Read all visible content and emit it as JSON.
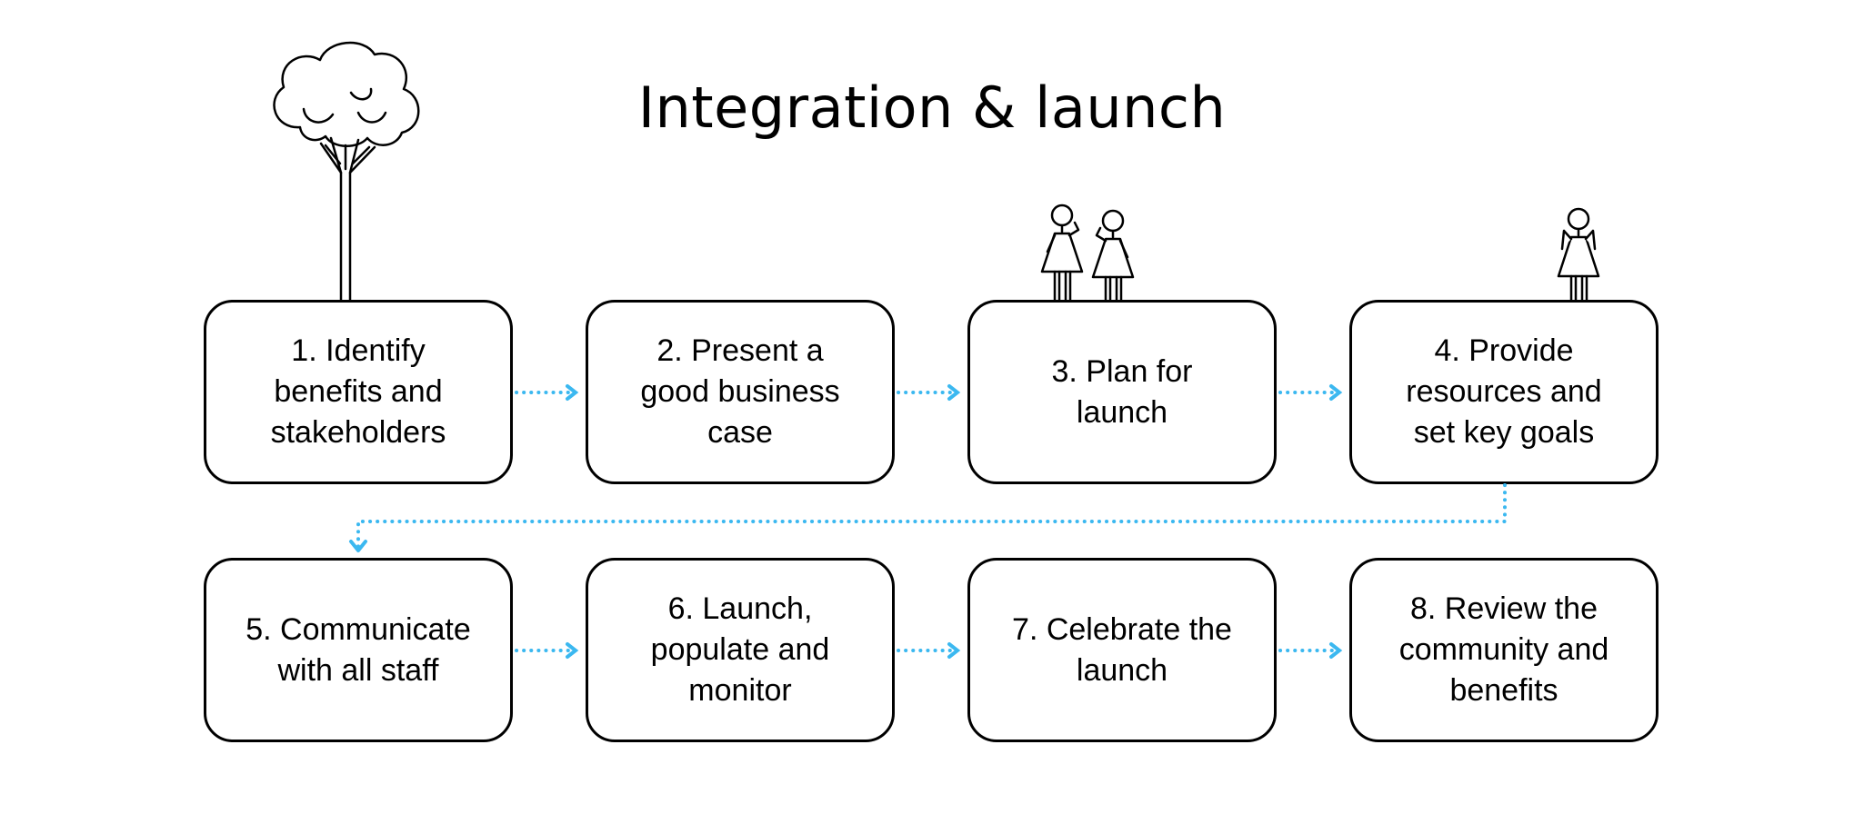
{
  "title": "Integration & launch",
  "steps": [
    {
      "label": "1. Identify\nbenefits and\nstakeholders"
    },
    {
      "label": "2. Present a\ngood business\ncase"
    },
    {
      "label": "3. Plan for\nlaunch"
    },
    {
      "label": "4. Provide\nresources and\nset key goals"
    },
    {
      "label": "5. Communicate\nwith all staff"
    },
    {
      "label": "6. Launch,\npopulate and\nmonitor"
    },
    {
      "label": "7. Celebrate the\nlaunch"
    },
    {
      "label": "8. Review the\ncommunity and\nbenefits"
    }
  ],
  "colors": {
    "connector": "#3BB8F0",
    "outline": "#000000"
  },
  "icons": {
    "tree": "tree-icon",
    "pair": "two-people-icon",
    "single": "person-icon"
  }
}
